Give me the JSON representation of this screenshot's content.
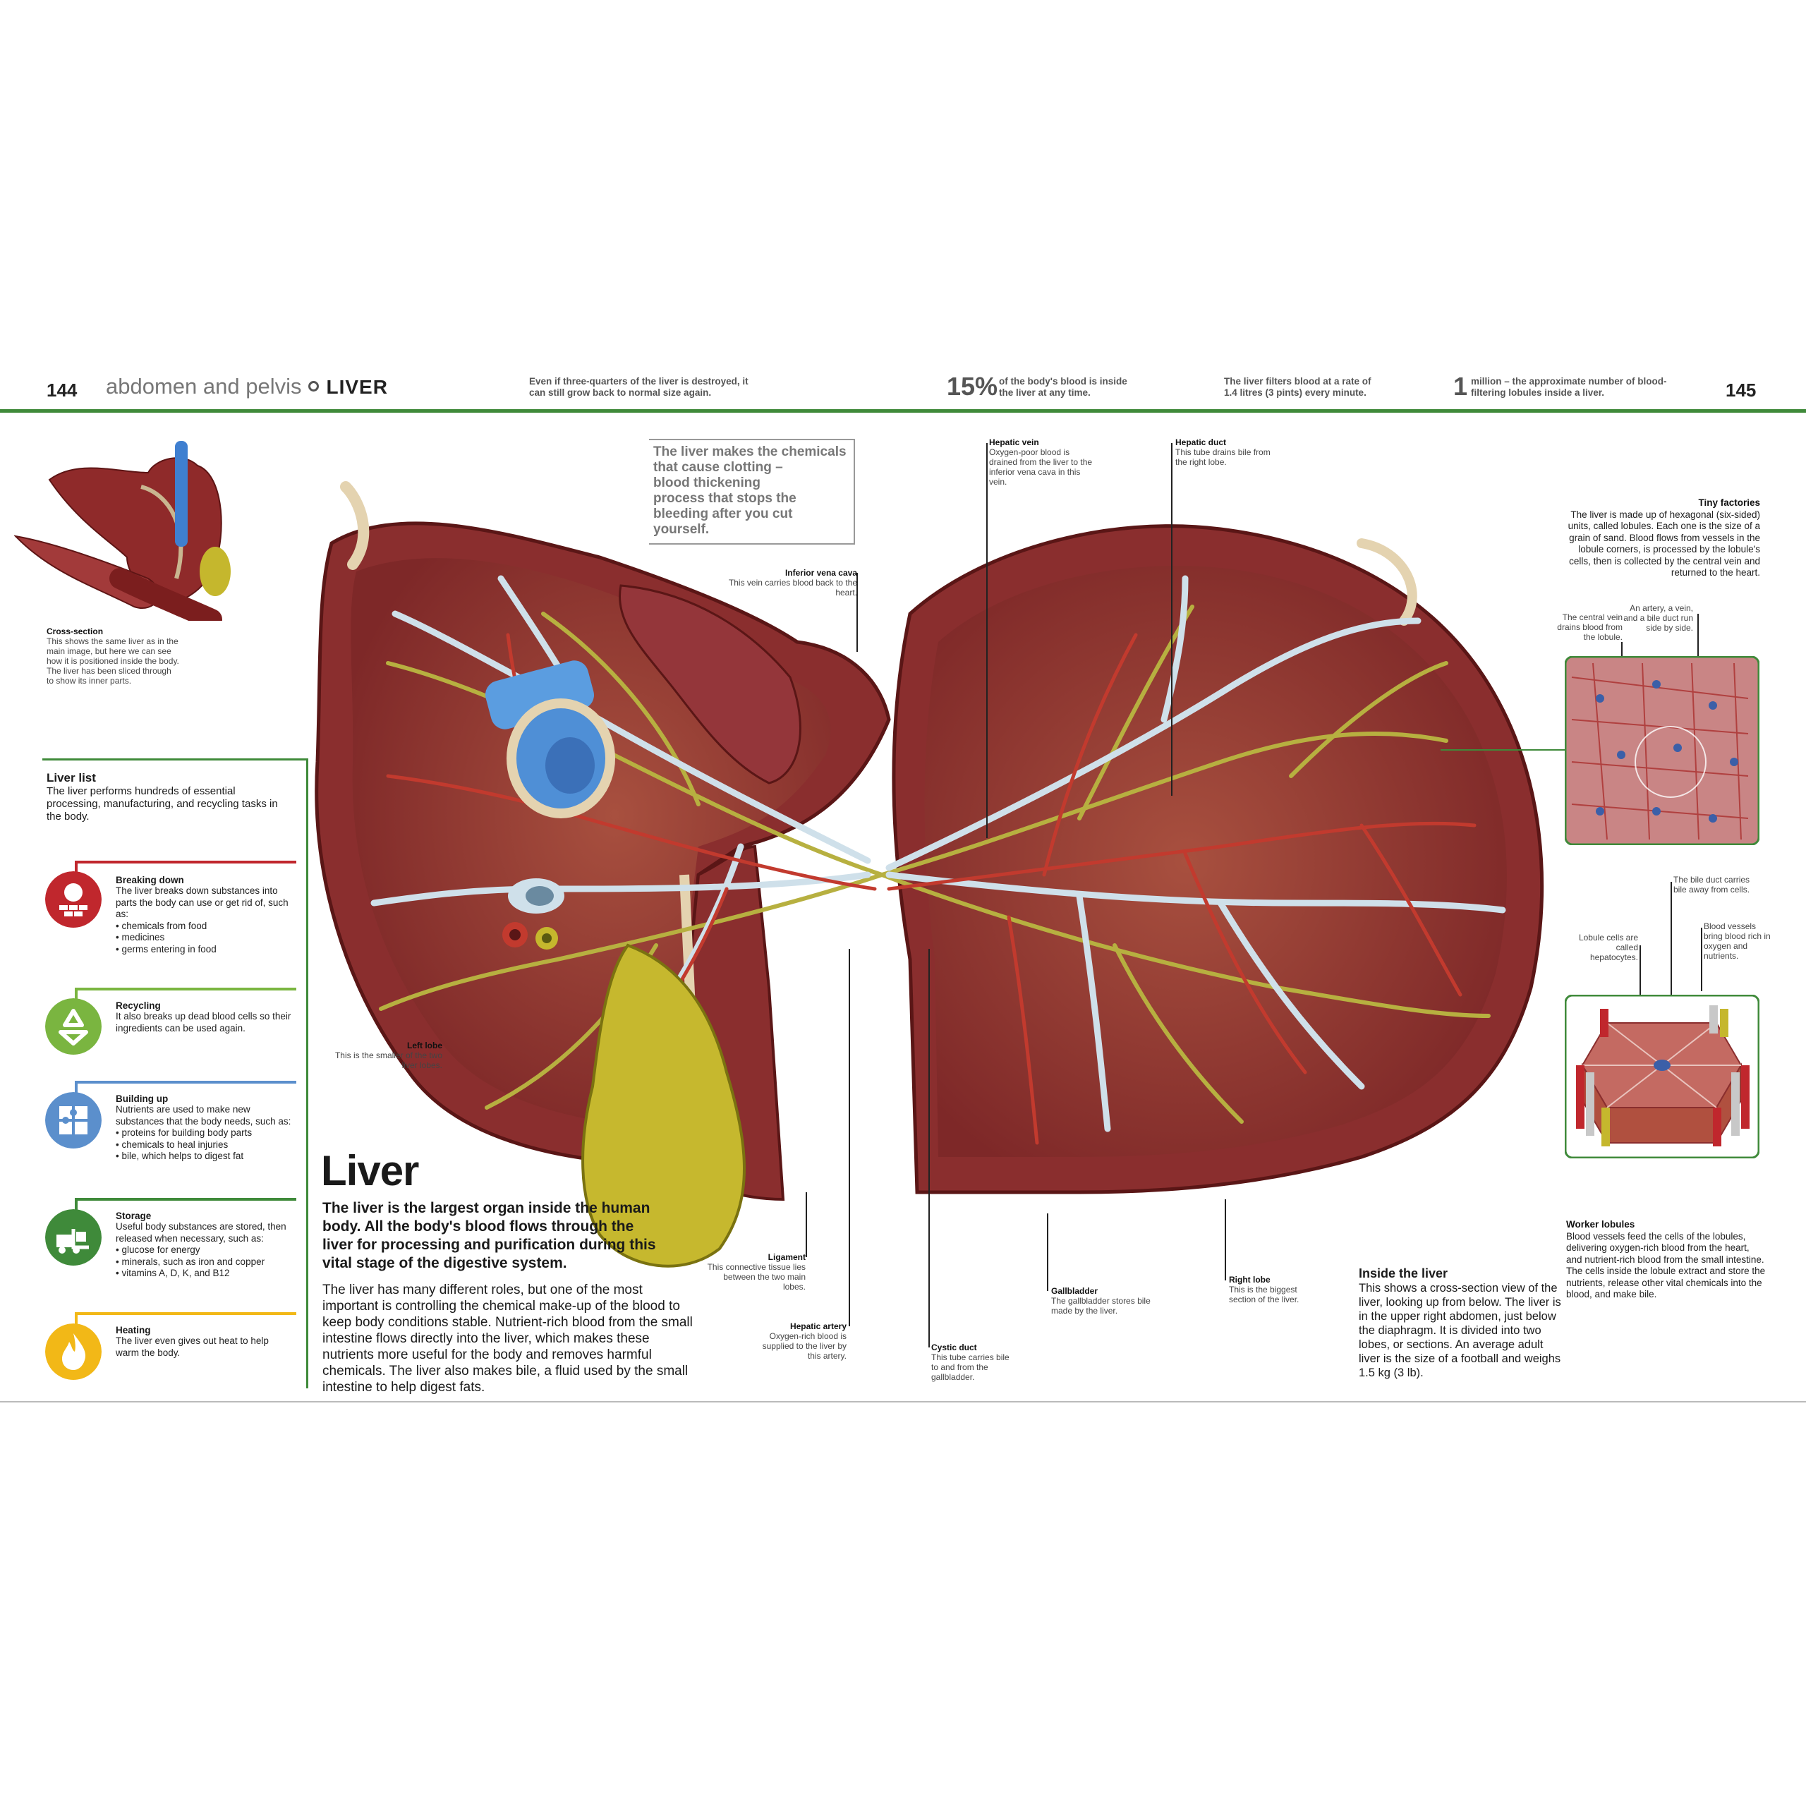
{
  "header": {
    "page_left": "144",
    "section": "abdomen and pelvis",
    "topic": "LIVER",
    "fact1": "Even if three-quarters of the liver is destroyed, it can still grow back to normal size again.",
    "fact2_number": "15%",
    "fact2_text": "of the body's blood is inside the liver at any time.",
    "fact3": "The liver filters blood at a rate of 1.4 litres (3 pints) every minute.",
    "fact4_number": "1",
    "fact4_text": "million – the approximate number of blood-filtering lobules inside a liver.",
    "page_right": "145"
  },
  "cross_section": {
    "title": "Cross-section",
    "text": "This shows the same liver as in the main image, but here we can see how it is positioned inside the body. The liver has been sliced through to show its inner parts."
  },
  "liver_list": {
    "title": "Liver list",
    "desc": "The liver performs hundreds of essential processing, manufacturing, and recycling tasks in the body.",
    "items": [
      {
        "title": "Breaking down",
        "text": "The liver breaks down substances into parts the body can use or get rid of, such as:",
        "bullets": [
          "chemicals from food",
          "medicines",
          "germs entering in food"
        ],
        "color": "#c0272d",
        "icon": "breaking-down-icon"
      },
      {
        "title": "Recycling",
        "text": "It also breaks up dead blood cells so their ingredients can be used again.",
        "bullets": [],
        "color": "#7ab540",
        "icon": "recycling-icon"
      },
      {
        "title": "Building up",
        "text": "Nutrients are used to make new substances that the body needs, such as:",
        "bullets": [
          "proteins for building body parts",
          "chemicals to heal injuries",
          "bile, which helps to digest fat"
        ],
        "color": "#5b8fcc",
        "icon": "building-up-icon"
      },
      {
        "title": "Storage",
        "text": "Useful body substances are stored, then released when necessary, such as:",
        "bullets": [
          "glucose for energy",
          "minerals, such as iron and copper",
          "vitamins A, D, K, and B12"
        ],
        "color": "#3f8a3a",
        "icon": "storage-icon"
      },
      {
        "title": "Heating",
        "text": "The liver even gives out heat to help warm the body.",
        "bullets": [],
        "color": "#f2b817",
        "icon": "heating-icon"
      }
    ]
  },
  "quote": {
    "line1": "The liver makes the chemicals that cause clotting –",
    "big": "blood thickening",
    "line2": "process that stops the bleeding after you cut yourself."
  },
  "labels": {
    "ivc": {
      "title": "Inferior vena cava",
      "text": "This vein carries blood back to the heart."
    },
    "hepatic_vein": {
      "title": "Hepatic vein",
      "text": "Oxygen-poor blood is drained from the liver to the inferior vena cava in this vein."
    },
    "hepatic_duct": {
      "title": "Hepatic duct",
      "text": "This tube drains bile from the right lobe."
    },
    "left_lobe": {
      "title": "Left lobe",
      "text": "This is the smaller of the two liver lobes."
    },
    "ligament": {
      "title": "Ligament",
      "text": "This connective tissue lies between the two main lobes."
    },
    "hepatic_artery": {
      "title": "Hepatic artery",
      "text": "Oxygen-rich blood is supplied to the liver by this artery."
    },
    "cystic_duct": {
      "title": "Cystic duct",
      "text": "This tube carries bile to and from the gallbladder."
    },
    "gallbladder": {
      "title": "Gallbladder",
      "text": "The gallbladder stores bile made by the liver."
    },
    "right_lobe": {
      "title": "Right lobe",
      "text": "This is the biggest section of the liver."
    }
  },
  "main": {
    "title": "Liver",
    "lead": "The liver is the largest organ inside the human body. All the body's blood flows through the liver for processing and purification during this vital stage of the digestive system.",
    "body": "The liver has many different roles, but one of the most important is controlling the chemical make-up of the blood to keep body conditions stable. Nutrient-rich blood from the small intestine flows directly into the liver, which makes these nutrients more useful for the body and removes harmful chemicals. The liver also makes bile, a fluid used by the small intestine to help digest fats."
  },
  "inside": {
    "title": "Inside the liver",
    "text": "This shows a cross-section view of the liver, looking up from below. The liver is in the upper right abdomen, just below the diaphragm. It is divided into two lobes, or sections. An average adult liver is the size of a football and weighs 1.5 kg (3 lb)."
  },
  "tiny_factories": {
    "title": "Tiny factories",
    "text": "The liver is made up of hexagonal (six-sided) units, called lobules. Each one is the size of a grain of sand. Blood flows from vessels in the lobule corners, is processed by the lobule's cells, then is collected by the central vein and returned to the heart.",
    "central_vein": "The central vein drains blood from the lobule.",
    "artery_vein_duct": "An artery, a vein, and a bile duct run side by side.",
    "bile_duct": "The bile duct carries bile away from cells.",
    "lobule_cells": "Lobule cells are called hepatocytes.",
    "blood_vessels": "Blood vessels bring blood rich in oxygen and nutrients."
  },
  "worker_lobules": {
    "title": "Worker lobules",
    "text": "Blood vessels feed the cells of the lobules, delivering oxygen-rich blood from the heart, and nutrient-rich blood from the small intestine. The cells inside the lobule extract and store the nutrients, release other vital chemicals into the blood, and make bile."
  }
}
